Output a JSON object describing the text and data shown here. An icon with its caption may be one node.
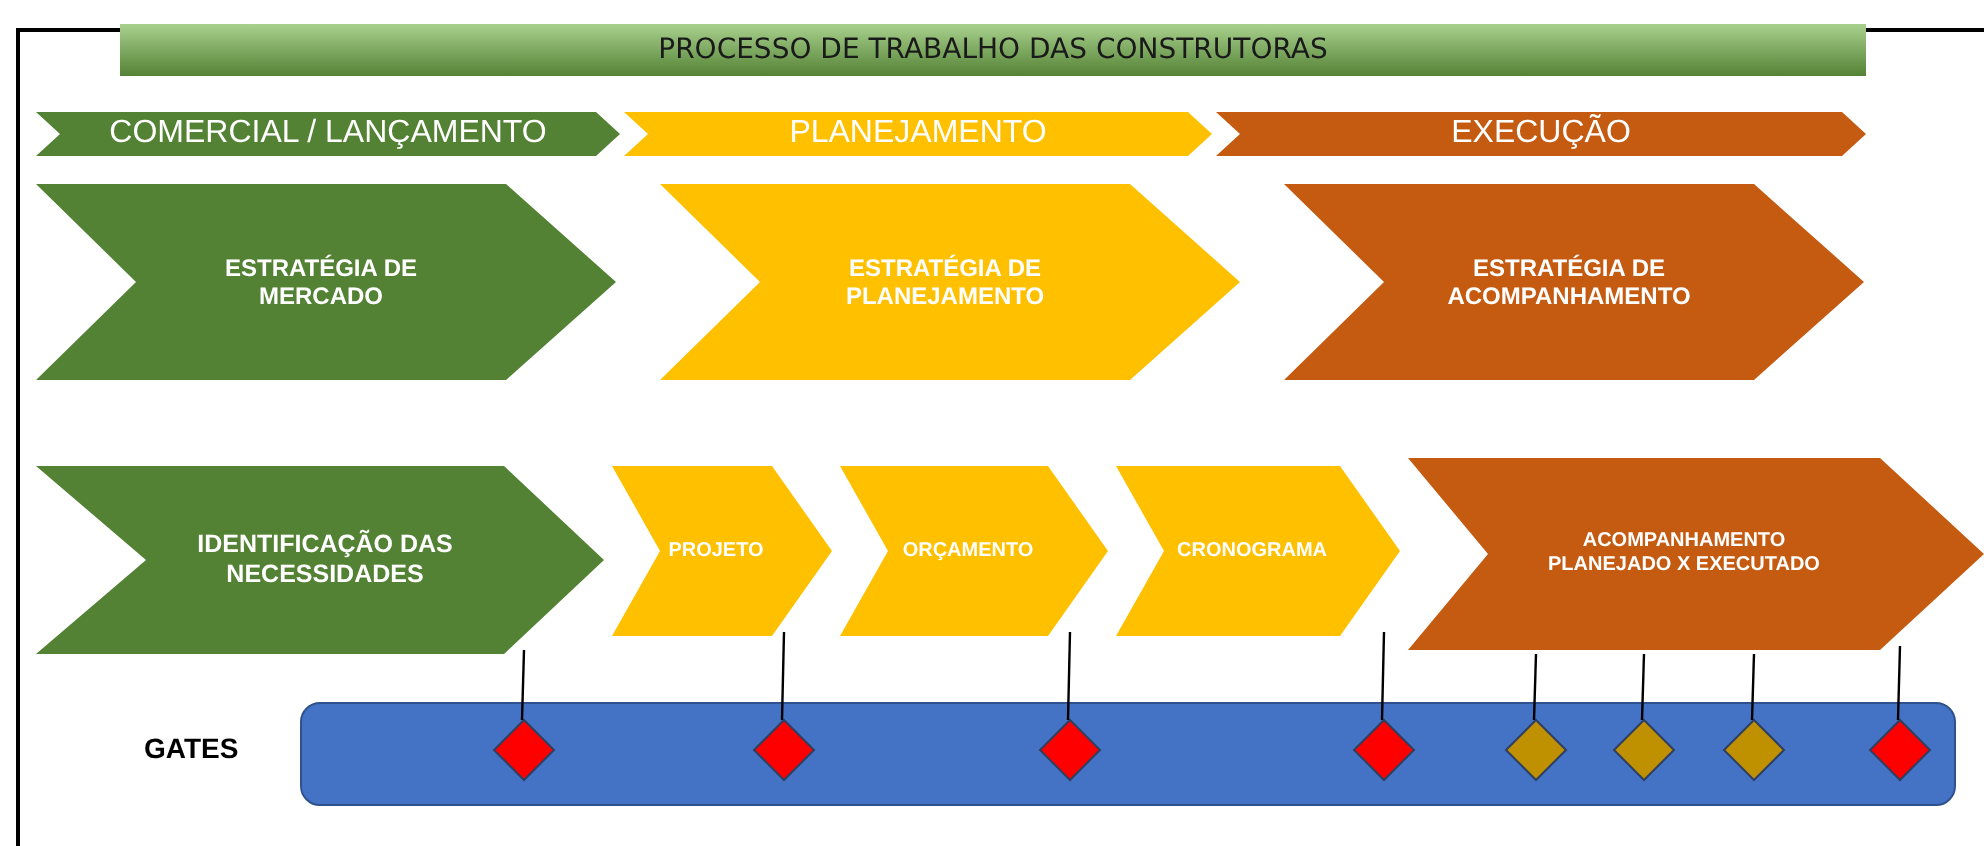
{
  "diagram": {
    "title": "PROCESSO DE TRABALHO DAS CONSTRUTORAS",
    "nodes": [
      {
        "text": [
          "COMERCIAL / LANÇAMENTO"
        ]
      },
      {
        "text": [
          "PLANEJAMENTO"
        ]
      },
      {
        "text": [
          "EXECUÇÃO"
        ]
      },
      {
        "text": [
          "ESTRATÉGIA DE MERCADO"
        ]
      },
      {
        "text": [
          "ESTRATÉGIA DE PLANEJAMENTO"
        ]
      },
      {
        "text": [
          "ESTRATÉGIA DE ACOMPANHAMENTO"
        ]
      },
      {
        "text": [
          "IDENTIFICAÇÃO DAS NECESSIDADES"
        ]
      },
      {
        "text": [
          "PROJETO"
        ]
      },
      {
        "text": [
          "ORÇAMENTO"
        ]
      },
      {
        "text": [
          "CRONOGRAMA"
        ]
      },
      {
        "text": [
          "ACOMPANHAMENTO PLANEJADO X EXECUTADO"
        ]
      },
      {
        "text": [],
        "shape": "bar",
        "beside": [
          "GATES"
        ]
      },
      {
        "text": [],
        "shape": "diamond",
        "in": 11
      },
      {
        "text": [],
        "shape": "diamond",
        "in": 11
      },
      {
        "text": [],
        "shape": "diamond",
        "in": 11
      },
      {
        "text": [],
        "shape": "diamond",
        "in": 11
      },
      {
        "text": [],
        "shape": "diamond",
        "in": 11
      },
      {
        "text": [],
        "shape": "diamond",
        "in": 11
      },
      {
        "text": [],
        "shape": "diamond",
        "in": 11
      },
      {
        "text": [],
        "shape": "diamond",
        "in": 11
      }
    ],
    "edges": [
      {
        "from": 6,
        "to": 12,
        "arrow": "none"
      },
      {
        "from": 7,
        "to": 13,
        "arrow": "none"
      },
      {
        "from": 8,
        "to": 14,
        "arrow": "none"
      },
      {
        "from": 9,
        "to": 15,
        "arrow": "none"
      },
      {
        "from": 10,
        "to": 16,
        "arrow": "none"
      },
      {
        "from": 10,
        "to": 17,
        "arrow": "none"
      },
      {
        "from": 10,
        "to": 18,
        "arrow": "none"
      },
      {
        "from": 10,
        "to": 19,
        "arrow": "none"
      }
    ]
  }
}
